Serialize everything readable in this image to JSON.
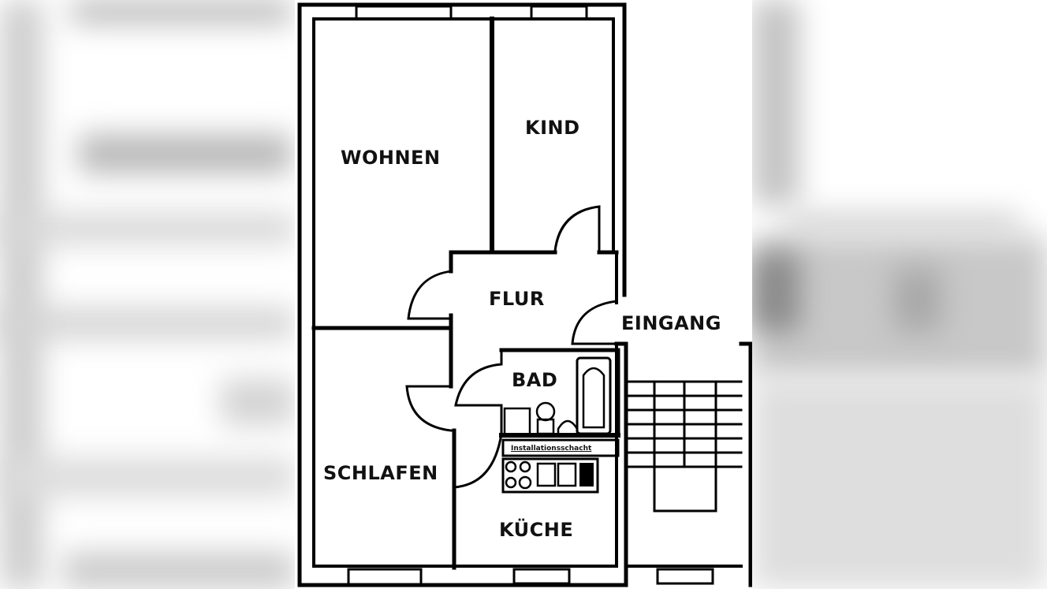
{
  "floor_plan": {
    "rooms": [
      {
        "id": "wohnen",
        "label": "WOHNEN"
      },
      {
        "id": "kind",
        "label": "KIND"
      },
      {
        "id": "flur",
        "label": "FLUR"
      },
      {
        "id": "eingang",
        "label": "EINGANG"
      },
      {
        "id": "bad",
        "label": "BAD"
      },
      {
        "id": "schlafen",
        "label": "SCHLAFEN"
      },
      {
        "id": "kueche",
        "label": "KÜCHE"
      }
    ],
    "annotations": {
      "installation_shaft": "Installationsschacht"
    },
    "colors": {
      "wall": "#000000",
      "background": "#ffffff",
      "side_blur": "#b9b9b9",
      "label_text": "#111111"
    }
  }
}
